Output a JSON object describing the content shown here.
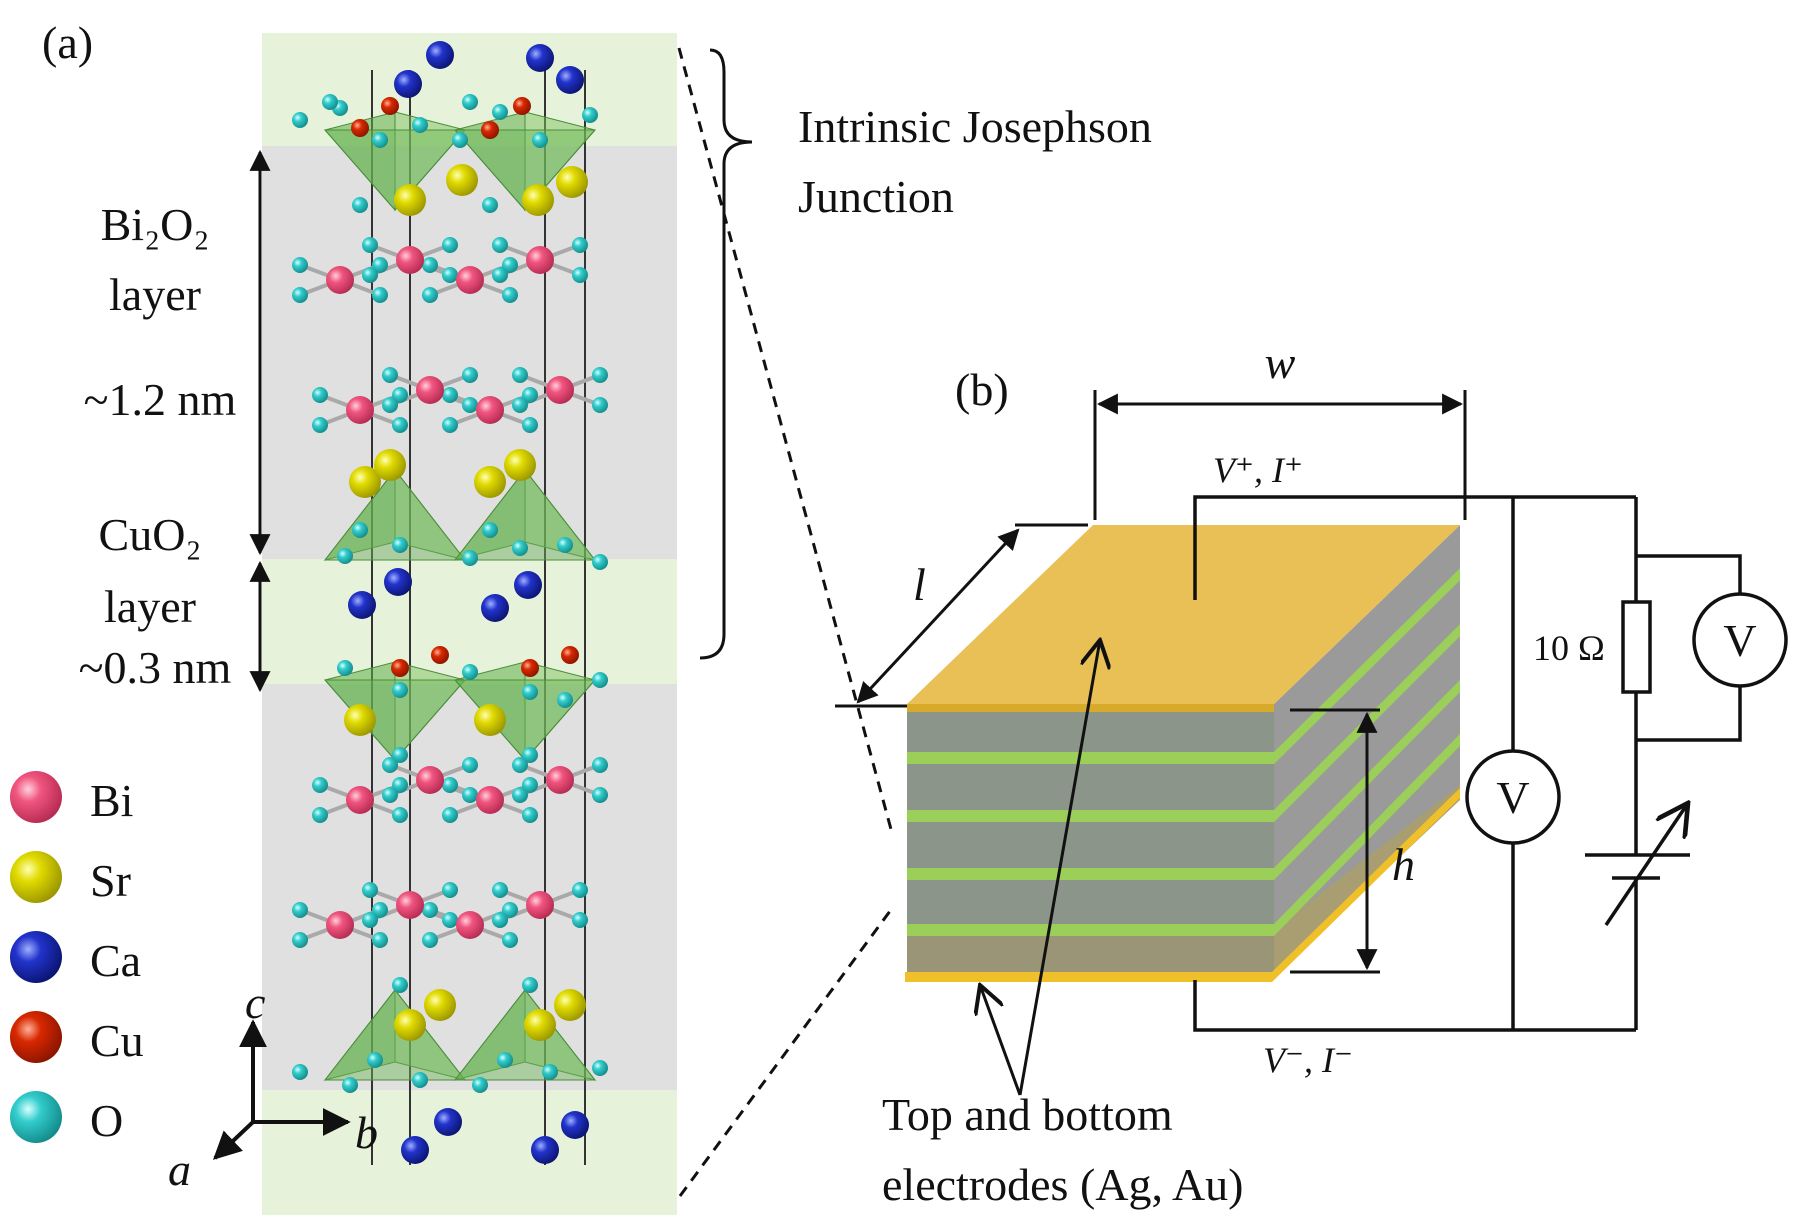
{
  "panel_a": {
    "label": "(a)",
    "bi2o2": {
      "line1": "Bi₂O₂",
      "line2": "layer",
      "thickness": "~1.2 nm"
    },
    "cuo2": {
      "line1": "CuO₂",
      "line2": "layer",
      "thickness": "~0.3 nm"
    },
    "junction": {
      "line1": "Intrinsic Josephson",
      "line2": "Junction"
    },
    "axes": {
      "c": "c",
      "b": "b",
      "a": "a"
    },
    "legend": [
      {
        "symbol": "Bi",
        "color": "#f0557e"
      },
      {
        "symbol": "Sr",
        "color": "#d9d400"
      },
      {
        "symbol": "Ca",
        "color": "#2222dd"
      },
      {
        "symbol": "Cu",
        "color": "#d81a00"
      },
      {
        "symbol": "O",
        "color": "#2ed0d0"
      }
    ]
  },
  "panel_b": {
    "label": "(b)",
    "width_label": "w",
    "length_label": "l",
    "height_label": "h",
    "top_terminal": "V⁺, I⁺",
    "bottom_terminal": "V⁻, I⁻",
    "resistor": "10 Ω",
    "voltmeter": "V",
    "electrodes": {
      "line1": "Top and bottom",
      "line2": "electrodes (Ag, Au)"
    }
  }
}
